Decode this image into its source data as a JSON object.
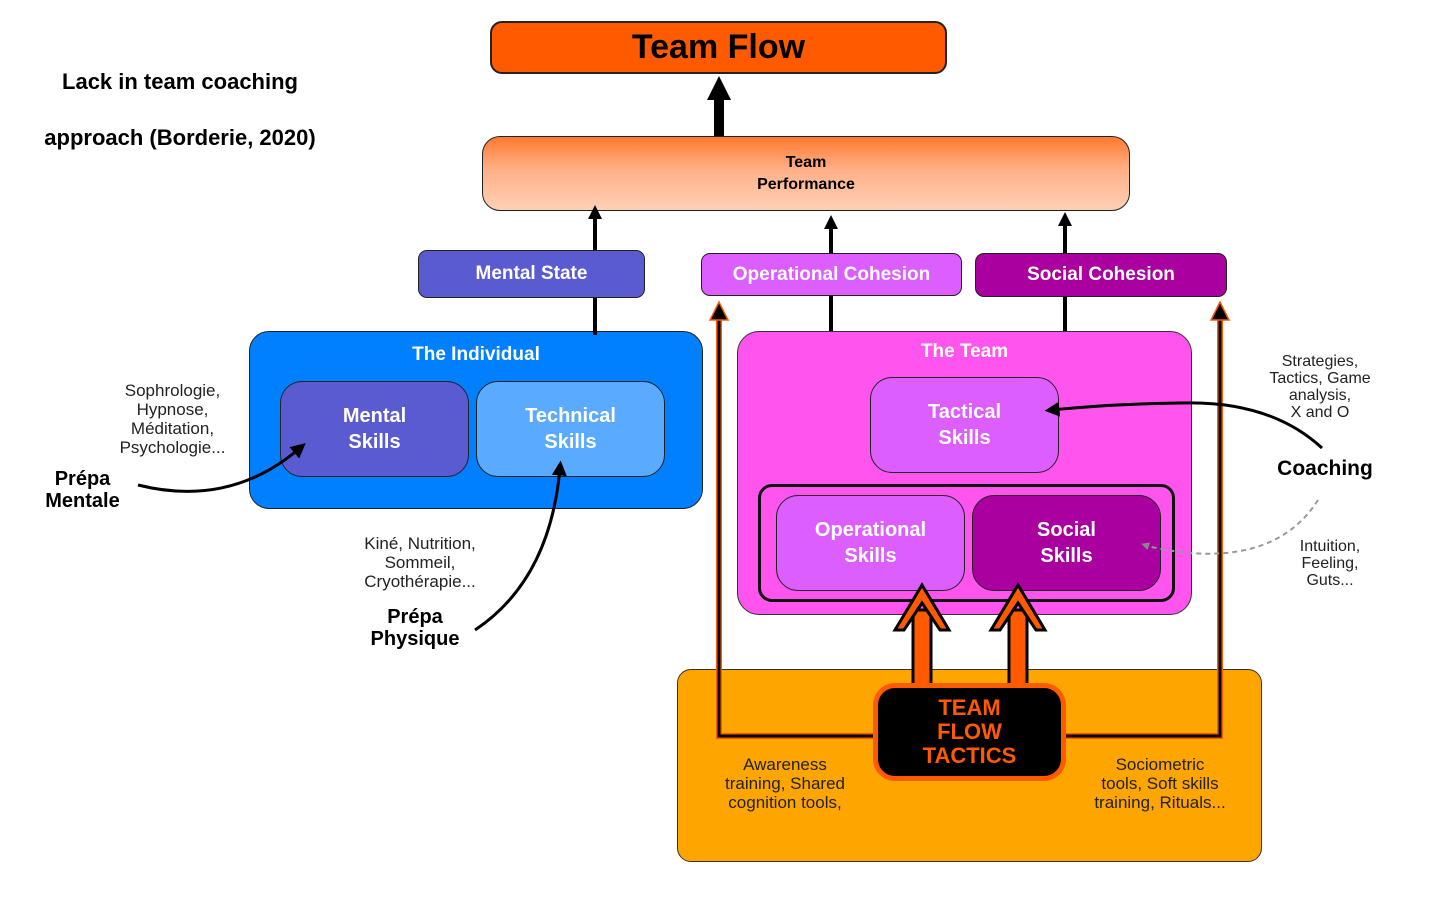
{
  "caption": {
    "line1": "Lack in team coaching",
    "line2": "approach (Borderie, 2020)"
  },
  "team_flow": {
    "label": "Team Flow"
  },
  "team_performance": {
    "label": "Team\nPerformance"
  },
  "outcomes": {
    "mental_state": "Mental State",
    "operational_cohesion": "Operational Cohesion",
    "social_cohesion": "Social Cohesion"
  },
  "individual": {
    "title": "The Individual",
    "mental_skills": "Mental\nSkills",
    "technical_skills": "Technical\nSkills"
  },
  "team": {
    "title": "The Team",
    "tactical_skills": "Tactical\nSkills",
    "operational_skills": "Operational\nSkills",
    "social_skills": "Social\nSkills"
  },
  "annotations": {
    "mental_methods": "Sophrologie,\nHypnose,\nMéditation,\nPsychologie...",
    "prepa_mentale": "Prépa\nMentale",
    "physical_methods": "Kiné, Nutrition,\nSommeil,\nCryothérapie...",
    "prepa_physique": "Prépa\nPhysique",
    "coaching_methods": "Strategies,\nTactics, Game\nanalysis,\nX and O",
    "coaching": "Coaching",
    "intuition": "Intuition,\nFeeling,\nGuts..."
  },
  "tactics": {
    "label": "TEAM\nFLOW\nTACTICS",
    "left_tools": "Awareness\ntraining, Shared\ncognition tools,",
    "right_tools": "Sociometric\ntools, Soft skills\ntraining, Rituals..."
  },
  "colors": {
    "team_flow": "#ff5a00",
    "mental_state": "#5a5bd0",
    "operational_cohesion": "#dd5eff",
    "social_cohesion": "#aa00a0",
    "individual": "#0080ff",
    "technical_skills": "#5aaaff",
    "team": "#ff55ee",
    "tactics_area": "#ffa500"
  }
}
